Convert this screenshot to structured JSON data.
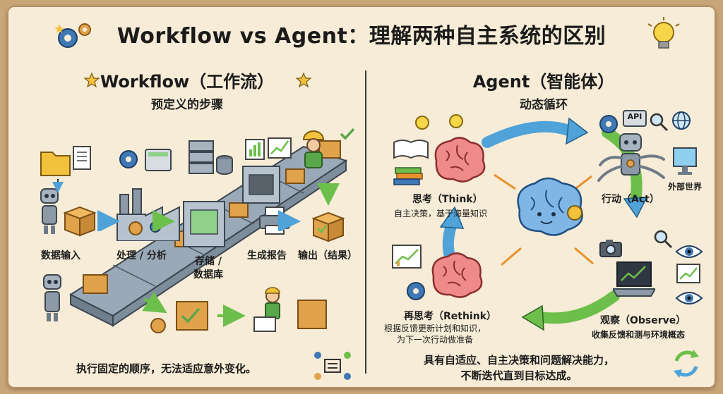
{
  "title": "Workflow vs Agent：理解两种自主系统的区别",
  "workflow": {
    "heading": "Workflow（工作流）",
    "subheading": "预定义的步骤",
    "steps": {
      "input": "数据输入",
      "process": "处理 / 分析",
      "storage_line1": "存储 /",
      "storage_line2": "数据库",
      "report": "生成报告",
      "output": "输出（结果）"
    },
    "footer": "执行固定的顺序，无法适应意外变化。"
  },
  "agent": {
    "heading": "Agent（智能体）",
    "subheading": "动态循环",
    "think_label": "思考（Think）",
    "think_desc": "自主决策，基于海量知识",
    "act_label": "行动（Act）",
    "external_label": "外部世界",
    "api_badge": "API",
    "observe_label": "观察（Observe）",
    "observe_desc": "收集反馈和测与环境概态",
    "rethink_label": "再思考（Rethink）",
    "rethink_desc_line1": "根据反馈更新计划和知识，",
    "rethink_desc_line2": "为下一次行动做准备",
    "footer_line1": "具有自适应、自主决策和问题解决能力，",
    "footer_line2": "不断迭代直到目标达成。"
  },
  "colors": {
    "paper": "#f6ecd7",
    "box": "#e0a24a",
    "gear": "#3f78b5",
    "arrow_blue": "#4fa3d9",
    "arrow_green": "#6cbf4a",
    "brain": "#ef8a8a",
    "brain_center": "#7fb6e6",
    "arrow_orange": "#e8912c"
  }
}
